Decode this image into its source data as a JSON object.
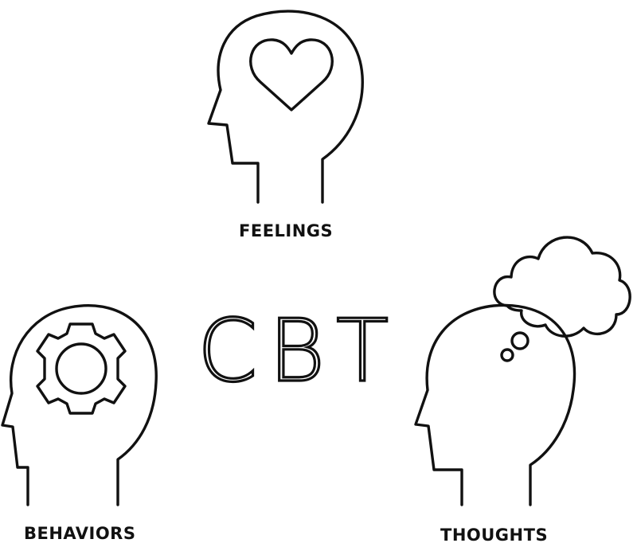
{
  "center_text": "CBT",
  "labels": {
    "feelings": "FEELINGS",
    "behaviors": "BEHAVIORS",
    "thoughts": "THOUGHTS"
  },
  "icons": {
    "feelings": [
      "head-silhouette",
      "heart-icon"
    ],
    "behaviors": [
      "head-silhouette",
      "gear-icon"
    ],
    "thoughts": [
      "head-silhouette",
      "thought-cloud-icon"
    ]
  },
  "colors": {
    "ink": "#111111",
    "background": "#ffffff"
  }
}
